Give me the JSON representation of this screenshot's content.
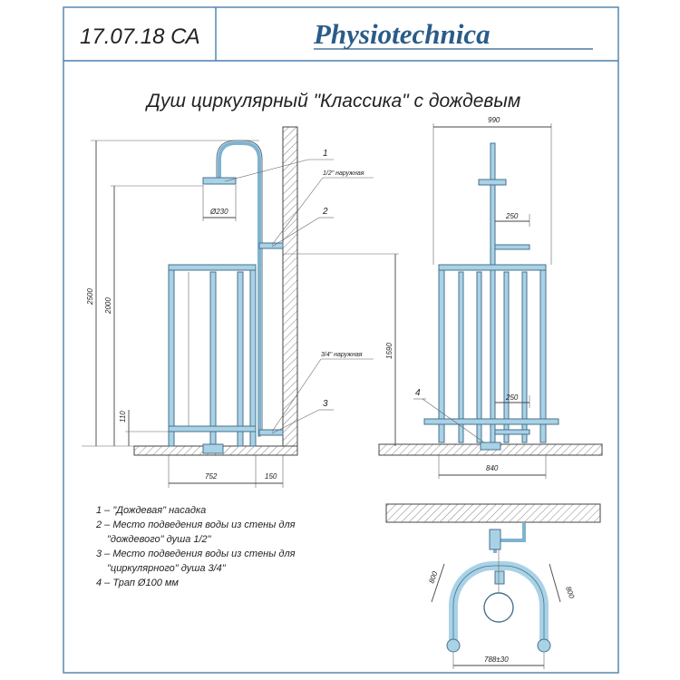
{
  "header": {
    "date": "17.07.18 СА",
    "brand": "Physiotechnica"
  },
  "title": "Душ циркулярный \"Классика\" с дождевым",
  "dimensions": {
    "side_height_total": "2500",
    "side_height_mount": "2000",
    "side_low": "110",
    "side_outlet": "1590",
    "side_depth": "752",
    "side_wall": "150",
    "head_diameter": "Ø230",
    "front_width": "990",
    "front_arm": "250",
    "front_outlet": "250",
    "front_base": "840",
    "plan_radius_left": "800",
    "plan_radius_right": "800",
    "plan_width": "788±30"
  },
  "callouts": {
    "c1": "1",
    "c2": "2",
    "c3": "3",
    "c4": "4",
    "note_half": "1/2\" наружная",
    "note_threequarter": "3/4\" наружная"
  },
  "legend": [
    "1 – \"Дождевая\" насадка",
    "2 – Место подведения воды из стены для",
    "\"дождевого\" душа 1/2\"",
    "3 – Место подведения воды из стены для",
    "\"циркулярного\" душа 3/4\"",
    "4 – Трап Ø100 мм"
  ],
  "colors": {
    "pipe": "#7fb3cf",
    "brand_blue": "#2a5c8a",
    "rule_blue": "#4a7fae"
  }
}
